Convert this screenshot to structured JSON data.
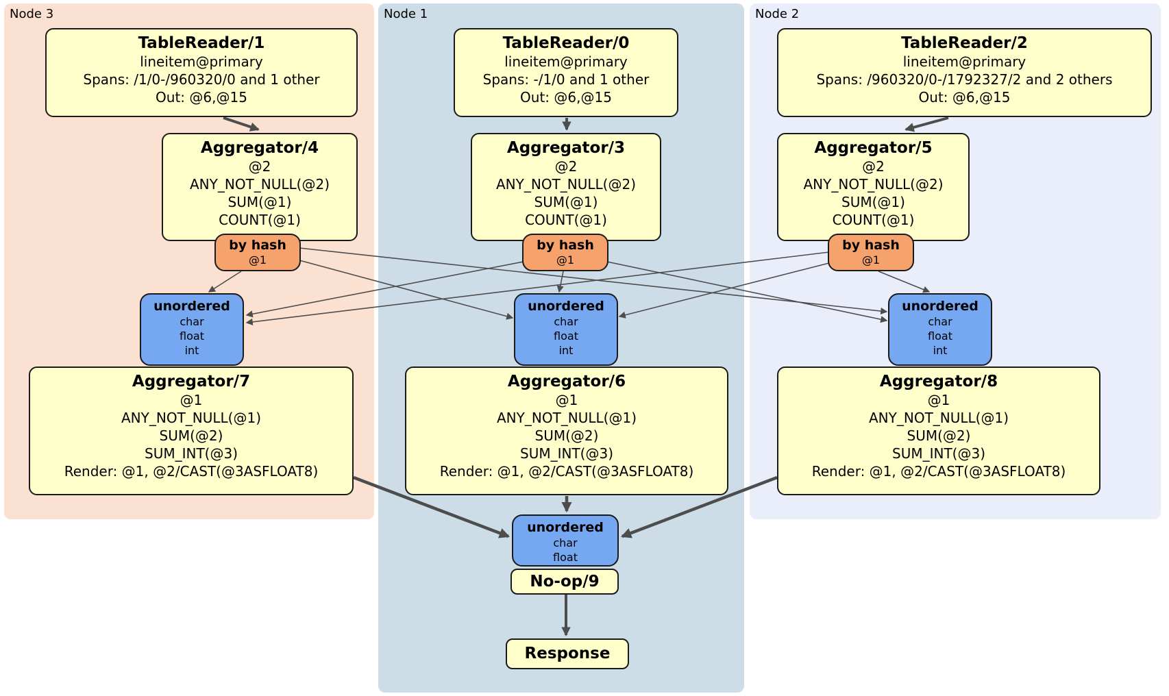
{
  "regions": [
    {
      "label": "Node 3",
      "table_reader": {
        "title": "TableReader/1",
        "index": "lineitem@primary",
        "spans": "Spans: /1/0-/960320/0 and 1 other",
        "out": "Out: @6,@15"
      },
      "aggregator_top": {
        "title": "Aggregator/4",
        "group": "@2",
        "fns": [
          "ANY_NOT_NULL(@2)",
          "SUM(@1)",
          "COUNT(@1)"
        ]
      },
      "hash_router": {
        "title": "by hash",
        "key": "@1"
      },
      "sync": {
        "title": "unordered",
        "types": [
          "char",
          "float",
          "int"
        ]
      },
      "aggregator_bottom": {
        "title": "Aggregator/7",
        "group": "@1",
        "fns": [
          "ANY_NOT_NULL(@1)",
          "SUM(@2)",
          "SUM_INT(@3)"
        ],
        "render": "Render: @1, @2/CAST(@3ASFLOAT8)"
      }
    },
    {
      "label": "Node 1",
      "table_reader": {
        "title": "TableReader/0",
        "index": "lineitem@primary",
        "spans": "Spans: -/1/0 and 1 other",
        "out": "Out: @6,@15"
      },
      "aggregator_top": {
        "title": "Aggregator/3",
        "group": "@2",
        "fns": [
          "ANY_NOT_NULL(@2)",
          "SUM(@1)",
          "COUNT(@1)"
        ]
      },
      "hash_router": {
        "title": "by hash",
        "key": "@1"
      },
      "sync": {
        "title": "unordered",
        "types": [
          "char",
          "float",
          "int"
        ]
      },
      "aggregator_bottom": {
        "title": "Aggregator/6",
        "group": "@1",
        "fns": [
          "ANY_NOT_NULL(@1)",
          "SUM(@2)",
          "SUM_INT(@3)"
        ],
        "render": "Render: @1, @2/CAST(@3ASFLOAT8)"
      }
    },
    {
      "label": "Node 2",
      "table_reader": {
        "title": "TableReader/2",
        "index": "lineitem@primary",
        "spans": "Spans: /960320/0-/1792327/2 and 2 others",
        "out": "Out: @6,@15"
      },
      "aggregator_top": {
        "title": "Aggregator/5",
        "group": "@2",
        "fns": [
          "ANY_NOT_NULL(@2)",
          "SUM(@1)",
          "COUNT(@1)"
        ]
      },
      "hash_router": {
        "title": "by hash",
        "key": "@1"
      },
      "sync": {
        "title": "unordered",
        "types": [
          "char",
          "float",
          "int"
        ]
      },
      "aggregator_bottom": {
        "title": "Aggregator/8",
        "group": "@1",
        "fns": [
          "ANY_NOT_NULL(@1)",
          "SUM(@2)",
          "SUM_INT(@3)"
        ],
        "render": "Render: @1, @2/CAST(@3ASFLOAT8)"
      }
    }
  ],
  "final": {
    "sync": {
      "title": "unordered",
      "types": [
        "char",
        "float"
      ]
    },
    "noop_label": "No-op/9",
    "response_label": "Response"
  },
  "colors": {
    "node3_bg": "#fbe1d2",
    "node1_bg": "#cddde8",
    "node2_bg": "#e9eefa",
    "processor_bg": "#ffffcc",
    "router_bg": "#f5a26d",
    "sync_bg": "#76a7f1",
    "edge": "#4d4d4d"
  }
}
